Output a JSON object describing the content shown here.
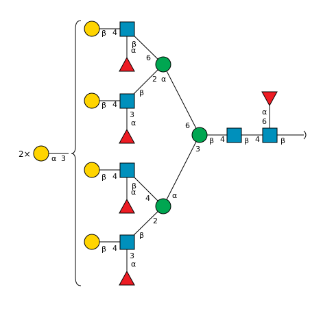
{
  "colors": {
    "galactose": "#FFD400",
    "glcnac": "#0090BC",
    "mannose": "#00A651",
    "fucose": "#ED1C24",
    "line": "#000000"
  },
  "icon_names": {
    "galactose": "yellow-circle-icon",
    "glcnac": "blue-square-icon",
    "mannose": "green-circle-icon",
    "fucose": "red-triangle-icon"
  },
  "multiplier": "2×",
  "links": {
    "side_anomer": "α",
    "side_position": "3",
    "b1_gal_anomer": "β",
    "b1_gal_position": "4",
    "b1_fuc_anomer": "α",
    "b1_fuc_mark": "β",
    "b1_glcnac_position": "6",
    "b2_gal_anomer": "β",
    "b2_gal_position": "4",
    "b2_fuc_position": "3",
    "b2_fuc_anomer": "α",
    "b2_glcnac_anomer": "β",
    "b2_glcnac_position": "2",
    "upper_man_anomer": "α",
    "b3_gal_anomer": "β",
    "b3_gal_position": "4",
    "b3_fuc_anomer": "α",
    "b3_fuc_mark": "β",
    "b3_glcnac_position": "4",
    "b4_gal_anomer": "β",
    "b4_gal_position": "4",
    "b4_fuc_position": "3",
    "b4_fuc_anomer": "α",
    "b4_glcnac_anomer": "β",
    "b4_glcnac_position": "2",
    "lower_man_anomer": "α",
    "upper_man_position": "6",
    "lower_man_position": "3",
    "core_man_anomer": "β",
    "core_man_position": "4",
    "core_glcnac_anomer": "β",
    "core_fuc_anomer": "α",
    "core_fuc_position": "6",
    "core_glcnac_position": "4",
    "reducing_anomer": "β"
  }
}
